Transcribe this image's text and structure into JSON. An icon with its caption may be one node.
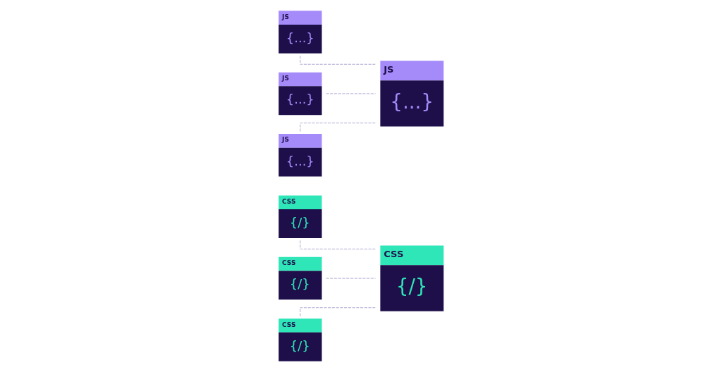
{
  "diagram": {
    "nodes": [
      {
        "text": [
          "CSS",
          "{/}"
        ]
      },
      {
        "text": [
          "CSS",
          "{/}"
        ]
      },
      {
        "text": [
          "CSS",
          "{/}"
        ]
      },
      {
        "text": [
          "CSS",
          "{/}"
        ]
      },
      {
        "text": [
          "JS",
          "{...}"
        ]
      },
      {
        "text": [
          "JS",
          "{...}"
        ]
      },
      {
        "text": [
          "JS",
          "{...}"
        ]
      },
      {
        "text": [
          "JS",
          "{...}"
        ]
      }
    ],
    "edges": [
      {
        "from": 0,
        "to": 3,
        "arrow": "none",
        "style": "dashed"
      },
      {
        "from": 1,
        "to": 3,
        "arrow": "none",
        "style": "dashed"
      },
      {
        "from": 2,
        "to": 3,
        "arrow": "none",
        "style": "dashed"
      },
      {
        "from": 4,
        "to": 7,
        "arrow": "none",
        "style": "dashed"
      },
      {
        "from": 5,
        "to": 7,
        "arrow": "none",
        "style": "dashed"
      },
      {
        "from": 6,
        "to": 7,
        "arrow": "none",
        "style": "dashed"
      }
    ]
  }
}
